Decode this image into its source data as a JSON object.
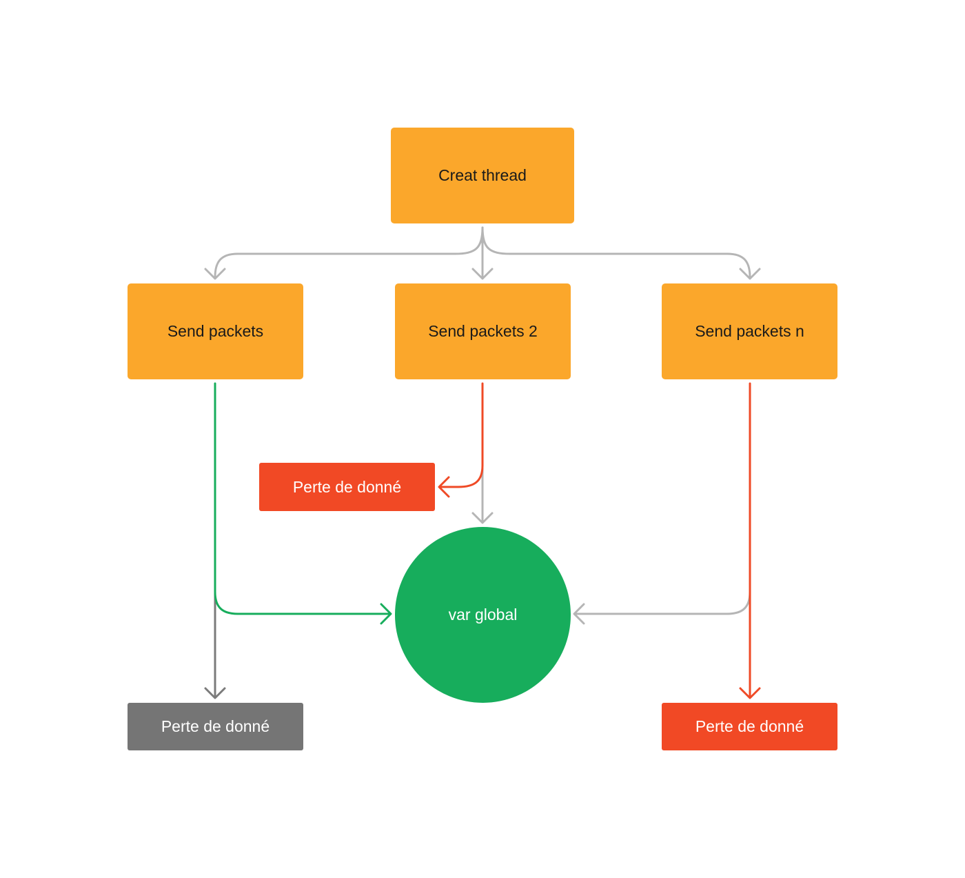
{
  "nodes": {
    "creat_thread": "Creat thread",
    "send_packets_1": "Send packets",
    "send_packets_2": "Send packets 2",
    "send_packets_n": "Send packets n",
    "loss_middle": "Perte de donné",
    "var_global": "var global",
    "loss_left": "Perte de donné",
    "loss_right": "Perte de donné"
  },
  "colors": {
    "process": "#fba72b",
    "loss_red": "#f14925",
    "loss_gray": "#757575",
    "global": "#17ad5c",
    "connector_gray": "#b5b5b5",
    "connector_dark_gray": "#7b7b7b",
    "connector_red": "#ef4a26",
    "connector_green": "#17ad5c"
  }
}
